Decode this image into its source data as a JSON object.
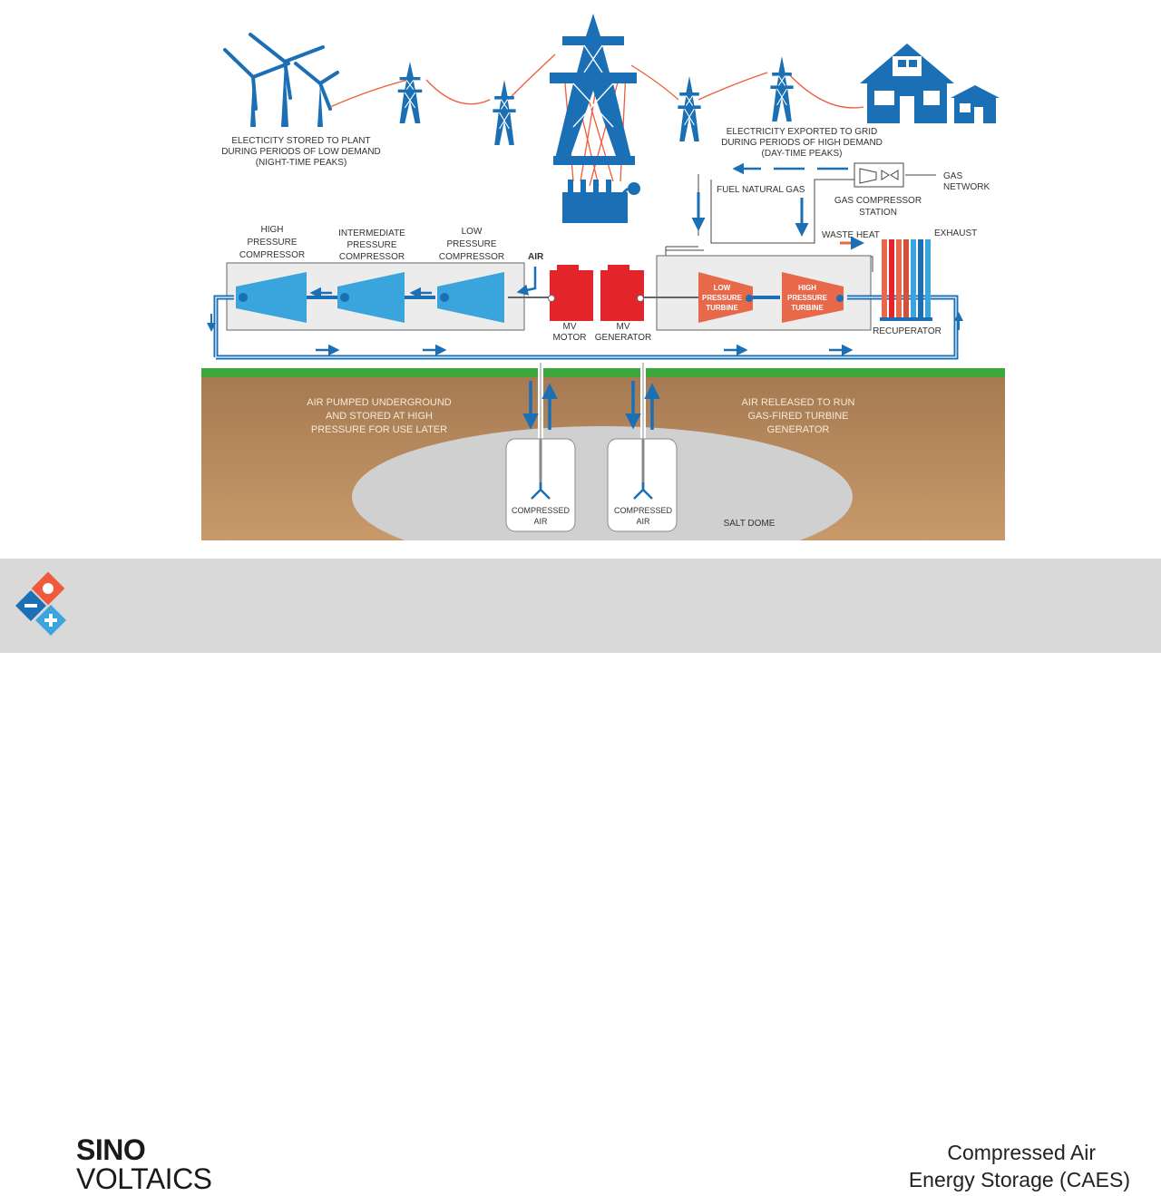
{
  "labels": {
    "stored_1": "ELECTICITY STORED  TO PLANT",
    "stored_2": "DURING PERIODS OF LOW DEMAND",
    "stored_3": "(NIGHT-TIME PEAKS)",
    "exported_1": "ELECTRICITY EXPORTED TO GRID",
    "exported_2": "DURING PERIODS OF HIGH DEMAND",
    "exported_3": "(DAY-TIME PEAKS)",
    "gas_network_1": "GAS",
    "gas_network_2": "NETWORK",
    "fuel_natural_gas": "FUEL NATURAL GAS",
    "gas_station_1": "GAS COMPRESSOR",
    "gas_station_2": "STATION",
    "waste_heat": "WASTE HEAT",
    "exhaust": "EXHAUST",
    "hp_comp_1": "HIGH",
    "hp_comp_2": "PRESSURE",
    "hp_comp_3": "COMPRESSOR",
    "ip_comp_1": "INTERMEDIATE",
    "ip_comp_2": "PRESSURE",
    "ip_comp_3": "COMPRESSOR",
    "lp_comp_1": "LOW",
    "lp_comp_2": "PRESSURE",
    "lp_comp_3": "COMPRESSOR",
    "air": "AIR",
    "motor_1": "MV",
    "motor_2": "MOTOR",
    "gen_1": "MV",
    "gen_2": "GENERATOR",
    "lp_turbine_1": "LOW",
    "lp_turbine_2": "PRESSURE",
    "lp_turbine_3": "TURBINE",
    "hp_turbine_1": "HIGH",
    "hp_turbine_2": "PRESSURE",
    "hp_turbine_3": "TURBINE",
    "recuperator": "RECUPERATOR",
    "pumped_1": "AIR PUMPED UNDERGROUND",
    "pumped_2": "AND STORED AT HIGH",
    "pumped_3": "PRESSURE FOR USE LATER",
    "released_1": "AIR RELEASED TO RUN",
    "released_2": "GAS-FIRED TURBINE",
    "released_3": "GENERATOR",
    "compressed_1": "COMPRESSED",
    "compressed_2": "AIR",
    "compressed_b1": "COMPRESSED",
    "compressed_b2": "AIR",
    "salt_dome": "SALT DOME"
  },
  "footer": {
    "brand_line1": "SINO",
    "brand_line2": "VOLTAICS",
    "caption_line1": "Compressed Air",
    "caption_line2": "Energy Storage (CAES)"
  },
  "colors": {
    "grid_blue": "#1a6fb5",
    "compressor_blue": "#3aa4dc",
    "motor_red": "#e3242b",
    "turbine_orange": "#e8694a",
    "ground_brown": "#b8875a",
    "grass_green": "#3aa83a",
    "salt_gray": "#d0d0d0"
  }
}
